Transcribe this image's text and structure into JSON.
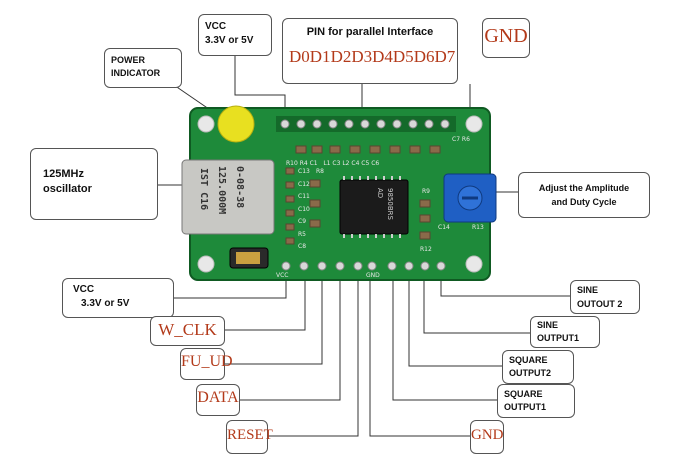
{
  "labels": {
    "vcc_top_line1": "VCC",
    "vcc_top_line2": "3.3V or 5V",
    "pin_title": "PIN for parallel Interface",
    "pins": [
      "D0",
      "D1",
      "D2",
      "D3",
      "D4",
      "D5",
      "D6",
      "D7"
    ],
    "gnd_top": "GND",
    "power_line1": "POWER",
    "power_line2": "INDICATOR",
    "osc_line1": "125MHz",
    "osc_line2": "oscillator",
    "adjust_line1": "Adjust the Amplitude",
    "adjust_line2": "and Duty Cycle",
    "vcc_bottom_line1": "VCC",
    "vcc_bottom_line2": "3.3V or 5V",
    "w_clk": "W_CLK",
    "fu_ud": "FU_UD",
    "data": "DATA",
    "reset": "RESET",
    "gnd_bottom": "GND",
    "sine2_line1": "SINE",
    "sine2_line2": "OUTOUT 2",
    "sine1_line1": "SINE",
    "sine1_line2": "OUTPUT1",
    "sq2_line1": "SQUARE",
    "sq2_line2": "OUTPUT2",
    "sq1_line1": "SQUARE",
    "sq1_line2": "OUTPUT1"
  },
  "board": {
    "osc_text_1": "0-08-38",
    "osc_text_2": "125.000M",
    "osc_text_3": "IST C16",
    "chip_text_1": "AD",
    "chip_text_2": "9850BRS",
    "silk_vcc": "VCC",
    "silk_gnd": "GND",
    "silk_c7r6": "C7 R6",
    "silk_r12": "R12",
    "silk_r13": "R13",
    "silk_c14": "C14",
    "silk_row": "R10 R4 C1   L1 C3 L2 C4 C5 C6",
    "silk_left": [
      "C13",
      "C12",
      "C11",
      "C10",
      "C9",
      "R5",
      "C8"
    ],
    "silk_r8": "R8",
    "silk_r9": "R9"
  },
  "colors": {
    "pcb": "#1e8a3a",
    "pcb_dark": "#146a2a",
    "label_red": "#b33a1a",
    "led": "#e8e020",
    "pot": "#1f5fc4",
    "line": "#333333"
  }
}
